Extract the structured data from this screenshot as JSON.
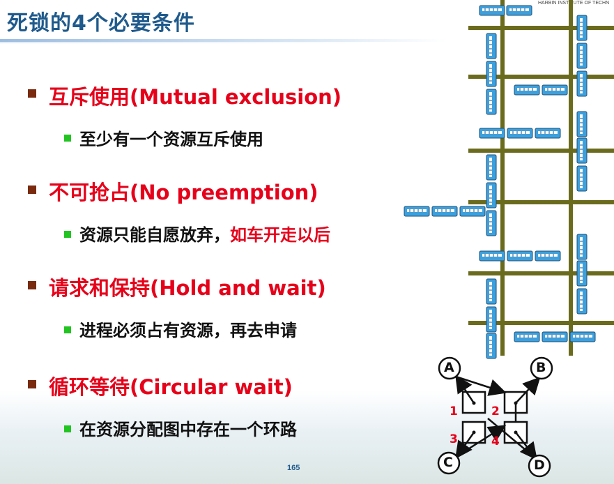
{
  "slide": {
    "title": "死锁的4个必要条件",
    "page_number": "165",
    "school_text": "HARBIN INSTITUTE OF TECHN"
  },
  "conditions": [
    {
      "heading": "互斥使用(Mutual exclusion)",
      "detail": "至少有一个资源互斥使用",
      "detail_highlight": ""
    },
    {
      "heading": "不可抢占(No preemption)",
      "detail": "资源只能自愿放弃，",
      "detail_highlight": "如车开走以后"
    },
    {
      "heading": "请求和保持(Hold and wait)",
      "detail": "进程必须占有资源，再去申请",
      "detail_highlight": ""
    },
    {
      "heading": "循环等待(Circular wait)",
      "detail": "在资源分配图中存在一个环路",
      "detail_highlight": ""
    }
  ],
  "graph": {
    "processes": [
      "A",
      "B",
      "C",
      "D"
    ],
    "resources": [
      "1",
      "2",
      "3",
      "4"
    ]
  },
  "colors": {
    "title": "#1f5a8c",
    "heading": "#e6001a",
    "bullet_main": "#7a2a0f",
    "bullet_sub": "#22c422",
    "road": "#6b6b1e",
    "train": "#3da0dc"
  }
}
